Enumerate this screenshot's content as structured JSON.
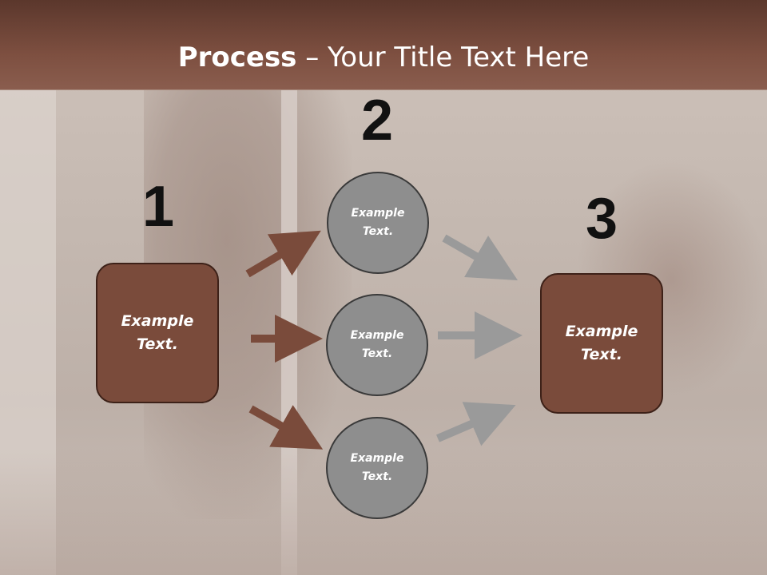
{
  "title": {
    "bold": "Process",
    "rest": " – Your Title Text Here"
  },
  "steps": {
    "one": "1",
    "two": "2",
    "three": "3"
  },
  "left_box": {
    "text": "Example Text."
  },
  "right_box": {
    "text": "Example Text."
  },
  "circles": [
    {
      "text": "Example Text."
    },
    {
      "text": "Example Text."
    },
    {
      "text": "Example Text."
    }
  ],
  "colors": {
    "brown": "#7a4b3b",
    "gray": "#8e8e8e",
    "arrow_brown": "#7a4b3b",
    "arrow_gray": "#9a9a9a"
  }
}
